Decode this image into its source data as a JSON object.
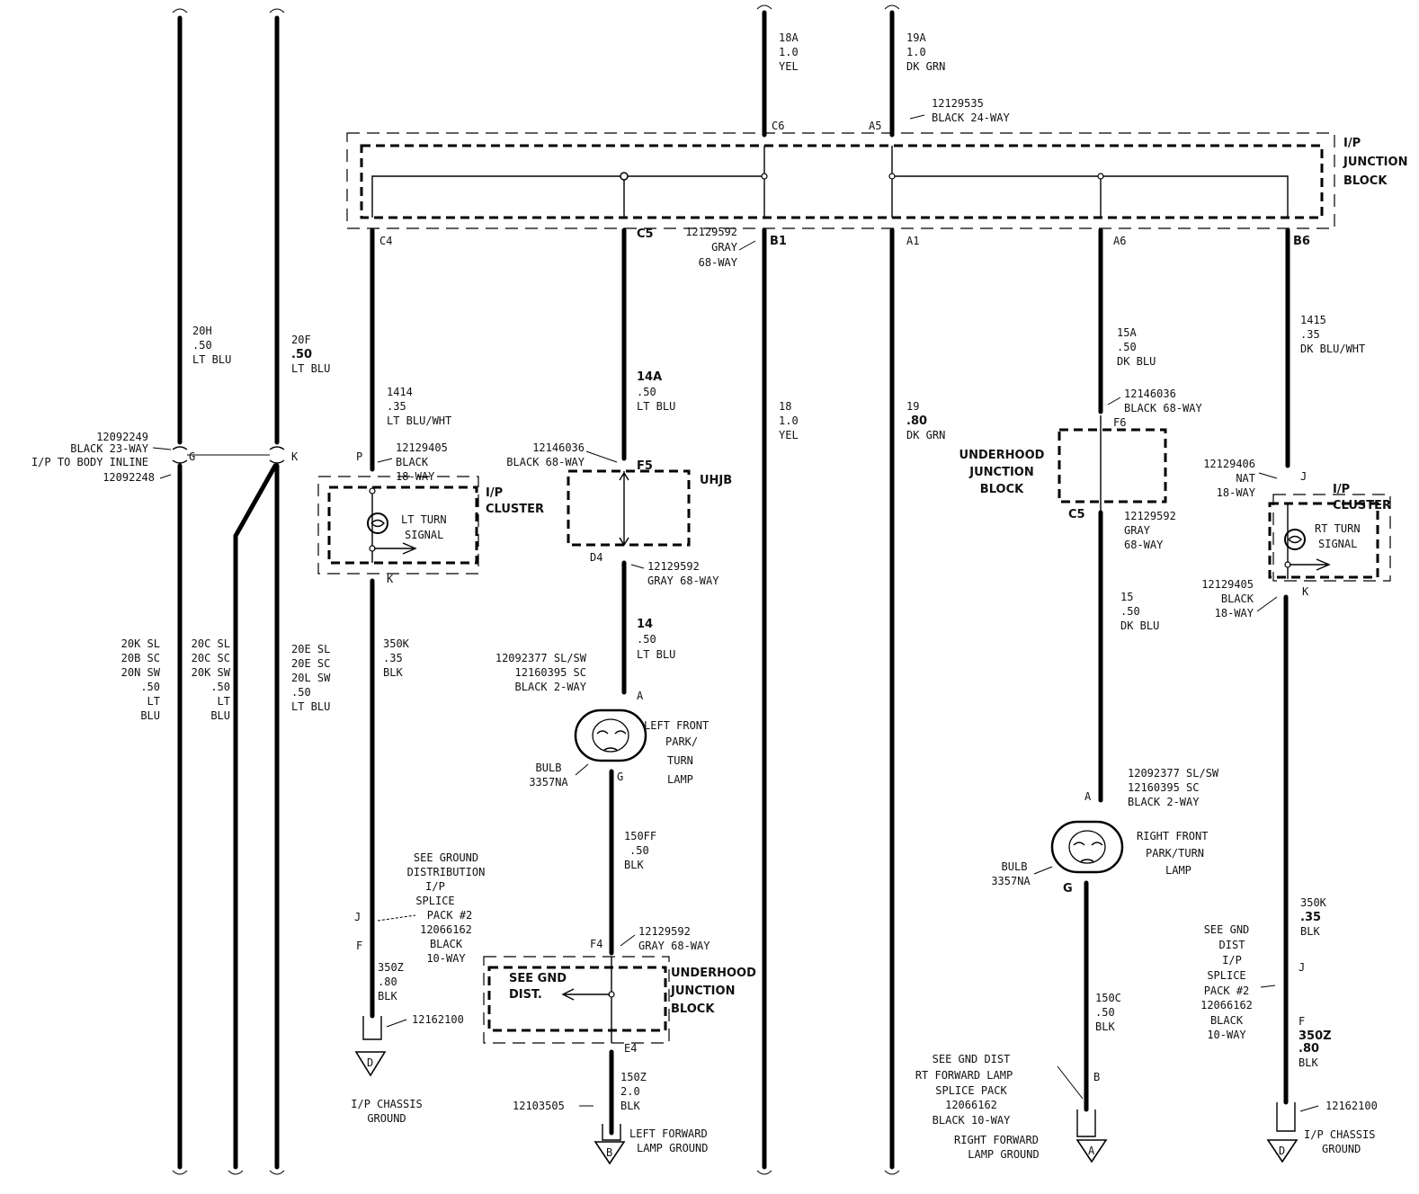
{
  "junction_block": {
    "label": [
      "I/P",
      "JUNCTION",
      "BLOCK"
    ],
    "top_connector": [
      "12129535",
      "BLACK 24-WAY"
    ],
    "top_pins": [
      "C6",
      "A5"
    ],
    "bottom_pins": [
      "C4",
      "C5",
      "B1",
      "A1",
      "A6",
      "B6"
    ],
    "bottom_connector": [
      "12129592",
      "GRAY",
      "68-WAY"
    ]
  },
  "top_wires": {
    "w18a": [
      "18A",
      "1.0",
      "YEL"
    ],
    "w19a": [
      "19A",
      "1.0",
      "DK GRN"
    ]
  },
  "left_section": {
    "w20h": [
      "20H",
      ".50",
      "LT BLU"
    ],
    "w20f": [
      "20F",
      ".50",
      "LT BLU"
    ],
    "inline_connector": [
      "12092249",
      "BLACK 23-WAY",
      "I/P TO BODY INLINE",
      "12092248"
    ],
    "pin_g": "G",
    "pin_k": "K",
    "w20k": [
      "20K SL",
      "20B SC",
      "20N SW",
      ".50",
      "LT",
      "BLU"
    ],
    "w20c": [
      "20C SL",
      "20C SC",
      "20K SW",
      ".50",
      "LT",
      "BLU"
    ],
    "w20e": [
      "20E SL",
      "20E SC",
      "20L SW",
      ".50",
      "LT BLU"
    ]
  },
  "lt_turn_section": {
    "w1414": [
      "1414",
      ".35",
      "LT BLU/WHT"
    ],
    "pin_p": "P",
    "connector": [
      "12129405",
      "BLACK",
      "18-WAY"
    ],
    "cluster": [
      "I/P",
      "CLUSTER"
    ],
    "signal": [
      "LT TURN",
      "SIGNAL"
    ],
    "pin_k": "K",
    "w350k": [
      "350K",
      ".35",
      "BLK"
    ],
    "ground_ref": [
      "SEE GROUND",
      "DISTRIBUTION",
      "I/P",
      "SPLICE",
      "PACK #2",
      "12066162",
      "BLACK",
      "10-WAY"
    ],
    "pin_j": "J",
    "pin_f": "F",
    "w350z": [
      "350Z",
      ".80",
      "BLK"
    ],
    "ground_part": "12162100",
    "ground_letter": "D",
    "ground_name": [
      "I/P CHASSIS",
      "GROUND"
    ]
  },
  "left_front_section": {
    "w14a": [
      "14A",
      ".50",
      "LT BLU"
    ],
    "connector_f5": [
      "12146036",
      "BLACK 68-WAY"
    ],
    "pin_f5": "F5",
    "uhjb": "UHJB",
    "pin_d4": "D4",
    "connector_d4": [
      "12129592",
      "GRAY 68-WAY"
    ],
    "w14": [
      "14",
      ".50",
      "LT BLU"
    ],
    "lamp_connector": [
      "12092377 SL/SW",
      "12160395 SC",
      "BLACK 2-WAY"
    ],
    "pin_a": "A",
    "lamp_name": [
      "LEFT FRONT",
      "PARK/",
      "TURN",
      "LAMP"
    ],
    "bulb": [
      "BULB",
      "3357NA"
    ],
    "pin_g": "G",
    "w150ff": [
      "150FF",
      ".50",
      "BLK"
    ],
    "connector_f4": [
      "12129592",
      "GRAY 68-WAY"
    ],
    "pin_f4": "F4",
    "gnd_dist": [
      "SEE GND",
      "DIST."
    ],
    "uhjb_full": [
      "UNDERHOOD",
      "JUNCTION",
      "BLOCK"
    ],
    "pin_e4": "E4",
    "w150z": [
      "150Z",
      "2.0",
      "BLK"
    ],
    "ground_part": "12103505",
    "ground_letter": "B",
    "ground_name": [
      "LEFT FORWARD",
      "LAMP GROUND"
    ]
  },
  "center_wires": {
    "w18": [
      "18",
      "1.0",
      "YEL"
    ],
    "w19": [
      "19",
      ".80",
      "DK GRN"
    ]
  },
  "right_front_section": {
    "w15a": [
      "15A",
      ".50",
      "DK BLU"
    ],
    "connector_f6": [
      "12146036",
      "BLACK 68-WAY"
    ],
    "pin_f6": "F6",
    "uhjb_full": [
      "UNDERHOOD",
      "JUNCTION",
      "BLOCK"
    ],
    "pin_c5": "C5",
    "connector_c5": [
      "12129592",
      "GRAY",
      "68-WAY"
    ],
    "w15": [
      "15",
      ".50",
      "DK BLU"
    ],
    "lamp_connector": [
      "12092377 SL/SW",
      "12160395 SC",
      "BLACK 2-WAY"
    ],
    "pin_a": "A",
    "lamp_name": [
      "RIGHT FRONT",
      "PARK/TURN",
      "LAMP"
    ],
    "bulb": [
      "BULB",
      "3357NA"
    ],
    "pin_g": "G",
    "w150c": [
      "150C",
      ".50",
      "BLK"
    ],
    "gnd_ref": [
      "SEE GND DIST",
      "RT FORWARD LAMP",
      "SPLICE PACK",
      "12066162",
      "BLACK 10-WAY"
    ],
    "pin_b": "B",
    "ground_letter": "A",
    "ground_name": [
      "RIGHT FORWARD",
      "LAMP GROUND"
    ]
  },
  "rt_turn_section": {
    "w1415": [
      "1415",
      ".35",
      "DK BLU/WHT"
    ],
    "connector": [
      "12129406",
      "NAT",
      "18-WAY"
    ],
    "pin_j": "J",
    "cluster": [
      "I/P",
      "CLUSTER"
    ],
    "signal": [
      "RT TURN",
      "SIGNAL"
    ],
    "connector_k": [
      "12129405",
      "BLACK",
      "18-WAY"
    ],
    "pin_k": "K",
    "w350k": [
      "350K",
      ".35",
      "BLK"
    ],
    "ground_ref": [
      "SEE GND",
      "DIST",
      "I/P",
      "SPLICE",
      "PACK #2",
      "12066162",
      "BLACK",
      "10-WAY"
    ],
    "pin_j2": "J",
    "pin_f": "F",
    "w350z": [
      "350Z",
      ".80",
      "BLK"
    ],
    "ground_part": "12162100",
    "ground_letter": "D",
    "ground_name": [
      "I/P CHASSIS",
      "GROUND"
    ]
  }
}
